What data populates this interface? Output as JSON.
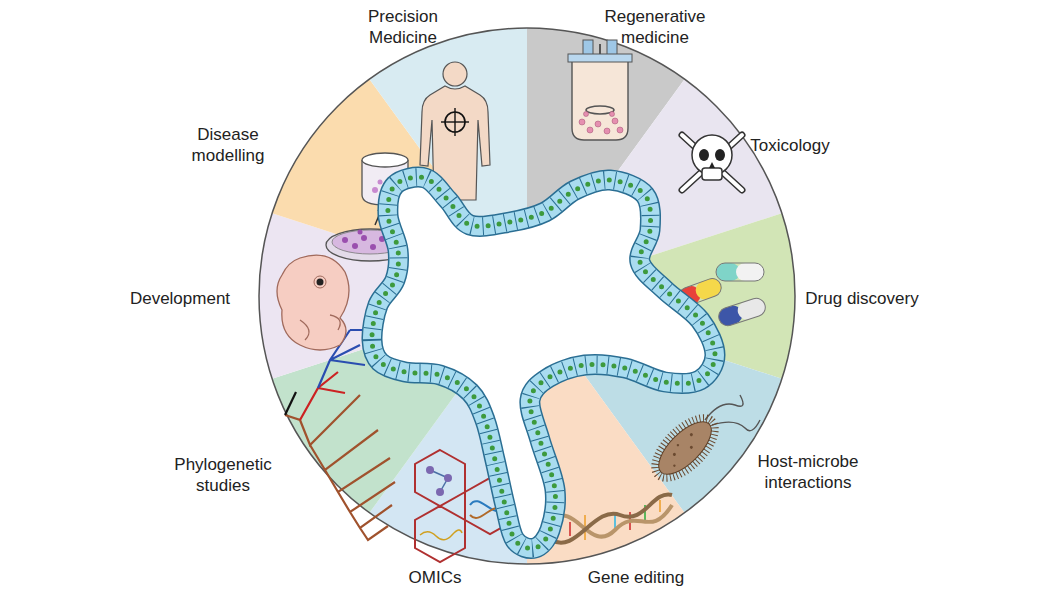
{
  "diagram": {
    "labels": [
      "Precision Medicine",
      "Regenerative medicine",
      "Toxicology",
      "Drug discovery",
      "Host-microbe interactions",
      "Gene editing",
      "OMICs",
      "Phylogenetic studies",
      "Development",
      "Disease modelling"
    ]
  }
}
